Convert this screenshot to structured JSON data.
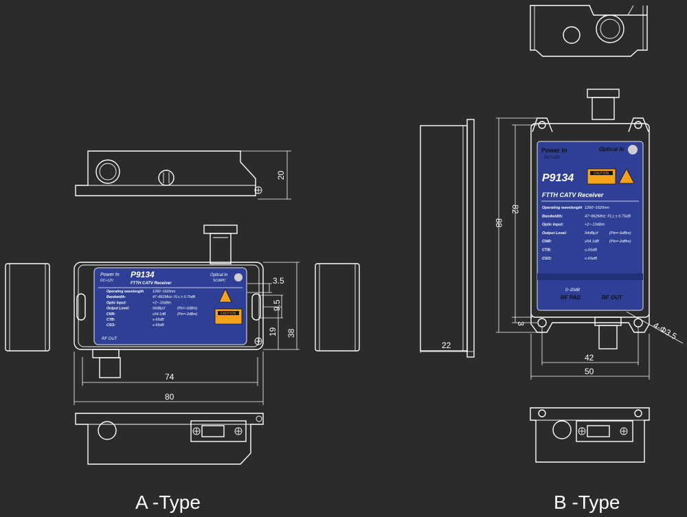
{
  "captions": {
    "a": "A -Type",
    "b": "B -Type"
  },
  "dims_a": {
    "height_top": "20",
    "d35": "3.5",
    "d95": "9.5",
    "d19": "19",
    "d38": "38",
    "d74": "74",
    "d80": "80"
  },
  "dims_b": {
    "d88": "88",
    "d82": "82",
    "d3": "3",
    "d22": "22",
    "d42": "42",
    "d50": "50",
    "hole": "4-Φ3.5"
  },
  "label_a": {
    "power_in": "Power In",
    "dc": "DC+12V",
    "model": "P9134",
    "subtitle": "FTTH CATV Receiver",
    "optical_in": "Optical In",
    "sc": "SC/APC",
    "specs": [
      {
        "k": "Operating wavelength",
        "v": "1260~1620nm",
        "n": ""
      },
      {
        "k": "Bandwidth:",
        "v": "47~862MHz: FL≤ ± 0.75dB",
        "n": ""
      },
      {
        "k": "Optic Input:",
        "v": "+2~-10dBm",
        "n": ""
      },
      {
        "k": "Output Level:",
        "v": "94dBμV",
        "n": "(Pin=-6dBm)"
      },
      {
        "k": "CNR:",
        "v": "≥54.1dB",
        "n": "(Pin=-2dBm)"
      },
      {
        "k": "CTB:",
        "v": "≤-65dB",
        "n": ""
      },
      {
        "k": "CSO:",
        "v": "≤-65dB",
        "n": ""
      }
    ],
    "caution": "CAUTION",
    "rf_out": "RF OUT"
  },
  "label_b": {
    "power_in": "Power In",
    "dc": "DC+12V",
    "optical_in": "Optical In",
    "model": "P9134",
    "subtitle": "FTTH CATV Receiver",
    "caution": "CAUTION",
    "specs": [
      {
        "k": "Operating wavelength",
        "v": "1260~1620nm",
        "n": ""
      },
      {
        "k": "Bandwidth:",
        "v": "47~862MHz: FL≤ ± 0.75dB",
        "n": ""
      },
      {
        "k": "Optic Input:",
        "v": "+2~-10dBm",
        "n": ""
      },
      {
        "k": "Output Level:",
        "v": "94dBμV",
        "n": "(Pin=-6dBm)"
      },
      {
        "k": "CNR:",
        "v": "≥54.1dB",
        "n": "(Pin=-2dBm)"
      },
      {
        "k": "CTB:",
        "v": "≤-65dB",
        "n": ""
      },
      {
        "k": "CSO:",
        "v": "≤-65dB",
        "n": ""
      }
    ],
    "pad_range": "0~20dB",
    "rf_pad": "RF PAD",
    "rf_out": "RF OUT"
  },
  "colors": {
    "background": "#2b2b2b",
    "line": "#ffffff",
    "label_blue": "#2e3f95",
    "caution": "#f5a21b"
  }
}
